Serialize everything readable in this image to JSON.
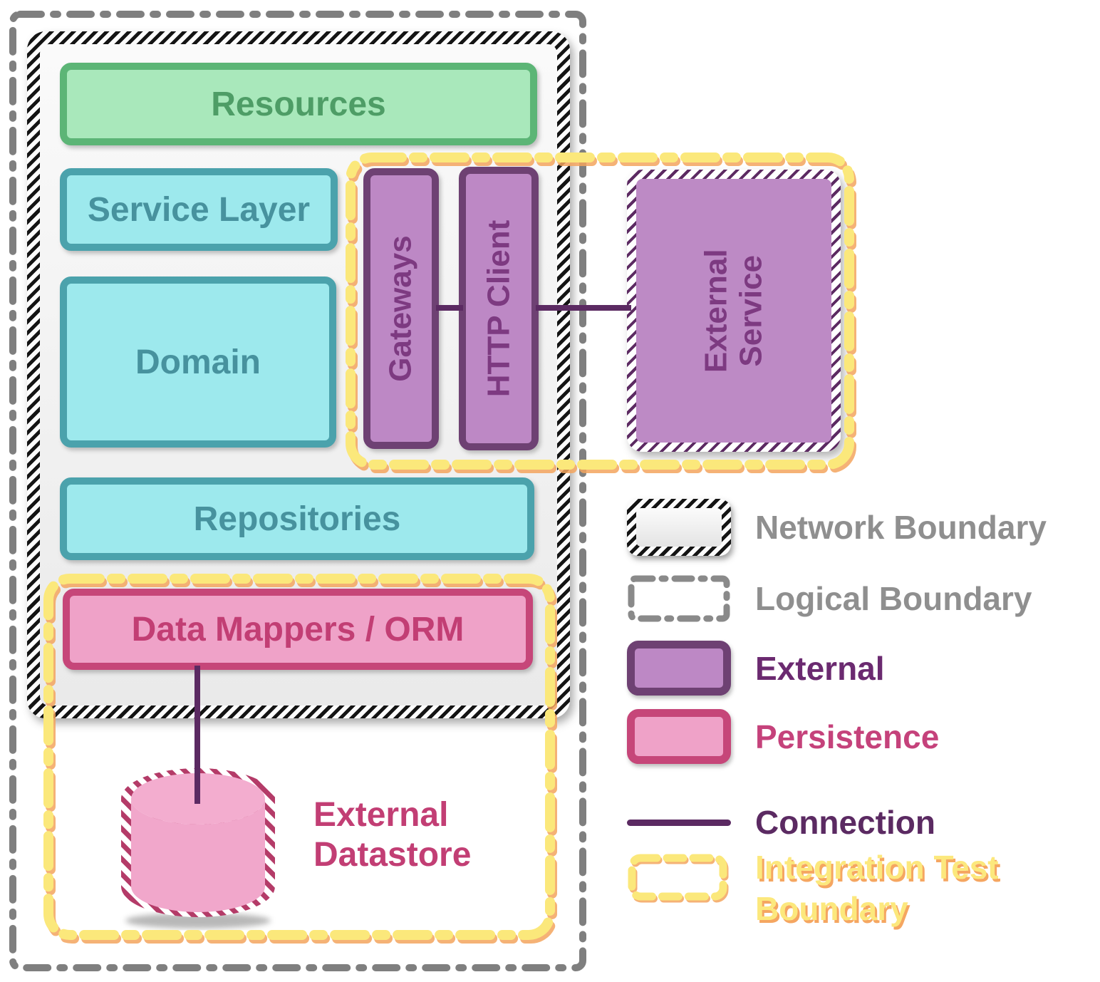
{
  "diagram": {
    "resources": {
      "label": "Resources"
    },
    "service_layer": {
      "label": "Service Layer"
    },
    "domain": {
      "label": "Domain"
    },
    "repositories": {
      "label": "Repositories"
    },
    "data_mappers": {
      "label": "Data Mappers / ORM"
    },
    "gateways": {
      "label": "Gateways"
    },
    "http_client": {
      "label": "HTTP Client"
    },
    "external_service": {
      "label": "External Service"
    },
    "external_datastore": {
      "label": "External Datastore"
    }
  },
  "legend": {
    "network_boundary": {
      "label": "Network Boundary"
    },
    "logical_boundary": {
      "label": "Logical Boundary"
    },
    "external": {
      "label": "External"
    },
    "persistence": {
      "label": "Persistence"
    },
    "connection": {
      "label": "Connection"
    },
    "integration_test_boundary": {
      "label": "Integration Test Boundary"
    }
  },
  "colors": {
    "green_fill": "#a9e8bb",
    "green_border": "#5cb576",
    "green_text": "#4e9d66",
    "teal_fill": "#9de9ed",
    "teal_border": "#4ba2ac",
    "teal_text": "#47929e",
    "purple_fill": "#bd88c5",
    "purple_border": "#6e4173",
    "purple_text": "#7d3a81",
    "pink_fill": "#efa2c8",
    "pink_border": "#c64679",
    "pink_text": "#c23e74",
    "yellow_dash": "#fbe87b",
    "yellow_dash_shadow": "#f3a55e",
    "gray_boundary": "#7f7f7f",
    "legend_text_gray": "#8f8f8f",
    "connection_line": "#5b2a62",
    "network_hatch": "#141414",
    "external_hatch": "#5c2a62",
    "cylinder_stripe": "#b43b68",
    "cylinder_fill": "#f3adcf"
  }
}
